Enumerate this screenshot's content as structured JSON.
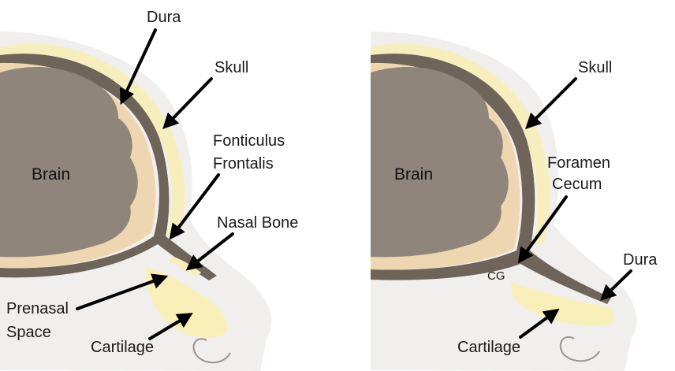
{
  "left_panel": {
    "labels": {
      "dura": "Dura",
      "skull": "Skull",
      "brain": "Brain",
      "fonticulus_line1": "Fonticulus",
      "fonticulus_line2": "Frontalis",
      "nasal_bone": "Nasal Bone",
      "prenasal_line1": "Prenasal",
      "prenasal_line2": "Space",
      "cartilage": "Cartilage"
    }
  },
  "right_panel": {
    "labels": {
      "skull": "Skull",
      "brain": "Brain",
      "foramen_line1": "Foramen",
      "foramen_line2": "Cecum",
      "cg": "CG",
      "dura": "Dura",
      "cartilage": "Cartilage"
    }
  },
  "colors": {
    "skull": "#f6efbd",
    "dura": "#6f6459",
    "tissue": "#eed6b0",
    "brain": "#8f857a",
    "cartilage": "#f8f0b8",
    "skin": "#f1efee"
  }
}
